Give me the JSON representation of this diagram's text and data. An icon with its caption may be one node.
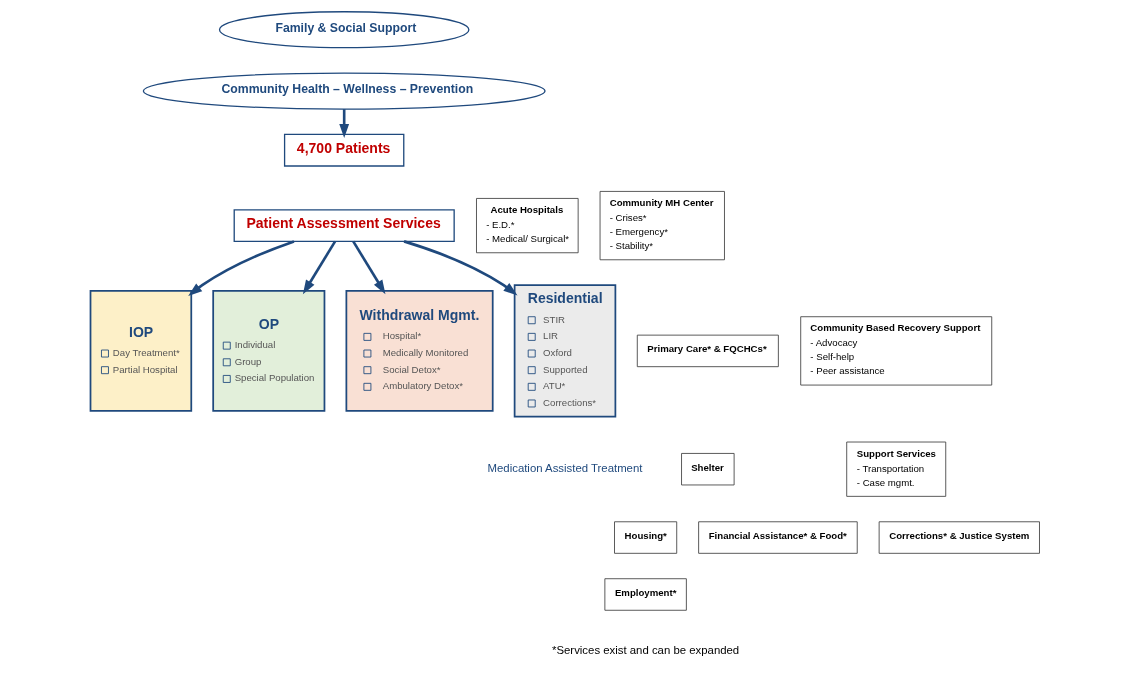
{
  "diagram": {
    "nodes": [
      {
        "text": [
          "Family & Social Support"
        ]
      },
      {
        "text": [
          "Community Health – Wellness – Prevention"
        ]
      },
      {
        "text": [
          "4,700 Patients"
        ]
      },
      {
        "text": [
          "Patient Assessment Services"
        ]
      },
      {
        "text": [
          "Withdrawal Mgmt.",
          "Hospital*",
          "Medically Monitored",
          "Social Detox*",
          "Ambulatory Detox*"
        ]
      },
      {
        "text": [
          "Residential",
          "STIR",
          "LIR",
          "Oxford",
          "Supported",
          "ATU*",
          "Corrections*"
        ]
      },
      {
        "text": [
          "IOP",
          "Day Treatment*",
          "Partial Hospital"
        ]
      },
      {
        "text": [
          "OP",
          "Individual",
          "Group",
          "Special Population"
        ]
      },
      {
        "text": [
          "Acute Hospitals",
          "- E.D.*",
          "- Medical/ Surgical*"
        ]
      },
      {
        "text": [
          "Community MH Center",
          "- Crises*",
          "- Emergency*",
          "- Stability*"
        ]
      },
      {
        "text": [
          "Primary Care* & FQCHCs*"
        ]
      },
      {
        "text": [
          "Community Based Recovery Support",
          "- Advocacy",
          "- Self-help",
          "- Peer assistance"
        ]
      },
      {
        "text": [
          "Shelter"
        ]
      },
      {
        "text": [
          "Housing*"
        ]
      },
      {
        "text": [
          "Financial Assistance* & Food*"
        ]
      },
      {
        "text": [
          "Employment*"
        ]
      },
      {
        "text": [
          "Support Services",
          "- Transportation",
          "- Case mgmt."
        ]
      },
      {
        "text": [
          "Corrections* & Justice System"
        ]
      }
    ],
    "edges": [
      {
        "from": 1,
        "to": 2,
        "arrow": "to"
      },
      {
        "from": 3,
        "to": 4,
        "arrow": "to"
      },
      {
        "from": 3,
        "to": 5,
        "arrow": "to"
      },
      {
        "from": 3,
        "to": 6,
        "arrow": "to"
      },
      {
        "from": 3,
        "to": 7,
        "arrow": "to"
      }
    ],
    "labels": [
      "Medication Assisted Treatment",
      "*Services exist and can be expanded"
    ]
  }
}
